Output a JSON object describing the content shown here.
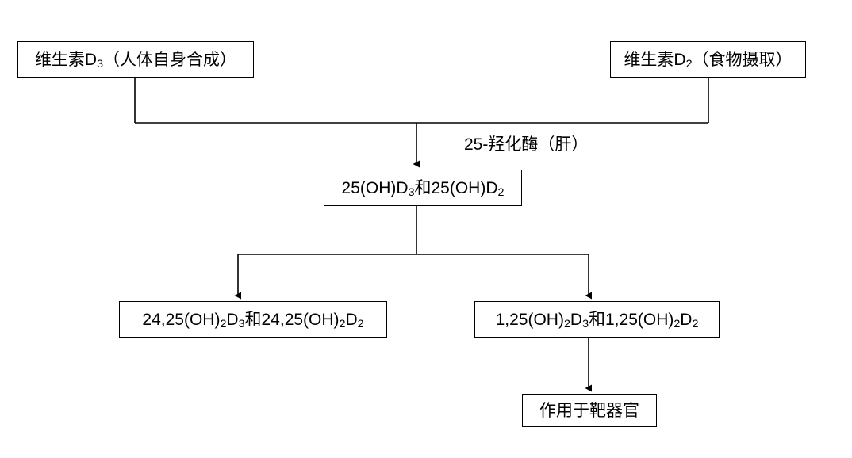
{
  "diagram": {
    "title": "Vitamin D metabolism pathway",
    "background_color": "#ffffff",
    "line_color": "#000000",
    "text_color": "#000000"
  },
  "nodes": {
    "vitamin_d3": {
      "label": "维生素D3（人体自身合成）",
      "text_prefix": "维生素D",
      "subscript": "3",
      "text_suffix": "（人体自身合成）"
    },
    "vitamin_d2": {
      "label": "维生素D2（食物摄取）",
      "text_prefix": "维生素D",
      "subscript": "2",
      "text_suffix": "（食物摄取）"
    },
    "hydroxy_25": {
      "label": "25(OH)D3和25(OH)D2",
      "part1": "25(OH)D",
      "sub1": "3",
      "part2": "和25(OH)D",
      "sub2": "2"
    },
    "hydroxy_2425": {
      "label": "24,25(OH)2D3和24,25(OH)2D2",
      "part1": "24,25(OH)",
      "sub1": "2",
      "part2": "D",
      "sub2": "3",
      "part3": "和24,25(OH)",
      "sub3": "2",
      "part4": "D",
      "sub4": "2"
    },
    "hydroxy_125": {
      "label": "1,25(OH)2D3和1,25(OH)2D2",
      "part1": "1,25(OH)",
      "sub1": "2",
      "part2": "D",
      "sub2": "3",
      "part3": "和1,25(OH)",
      "sub3": "2",
      "part4": "D",
      "sub4": "2"
    },
    "target_organ": {
      "label": "作用于靶器官"
    }
  },
  "edge_labels": {
    "enzyme_25_hydroxylase": "25-羟化酶（肝）"
  },
  "chart_data": {
    "type": "diagram",
    "title": "维生素D代谢流程图",
    "flow": [
      {
        "from": "维生素D3（人体自身合成）",
        "to": "25(OH)D3和25(OH)D2",
        "label": "25-羟化酶（肝）"
      },
      {
        "from": "维生素D2（食物摄取）",
        "to": "25(OH)D3和25(OH)D2",
        "label": "25-羟化酶（肝）"
      },
      {
        "from": "25(OH)D3和25(OH)D2",
        "to": "24,25(OH)2D3和24,25(OH)2D2",
        "label": ""
      },
      {
        "from": "25(OH)D3和25(OH)D2",
        "to": "1,25(OH)2D3和1,25(OH)2D2",
        "label": ""
      },
      {
        "from": "1,25(OH)2D3和1,25(OH)2D2",
        "to": "作用于靶器官",
        "label": ""
      }
    ]
  }
}
